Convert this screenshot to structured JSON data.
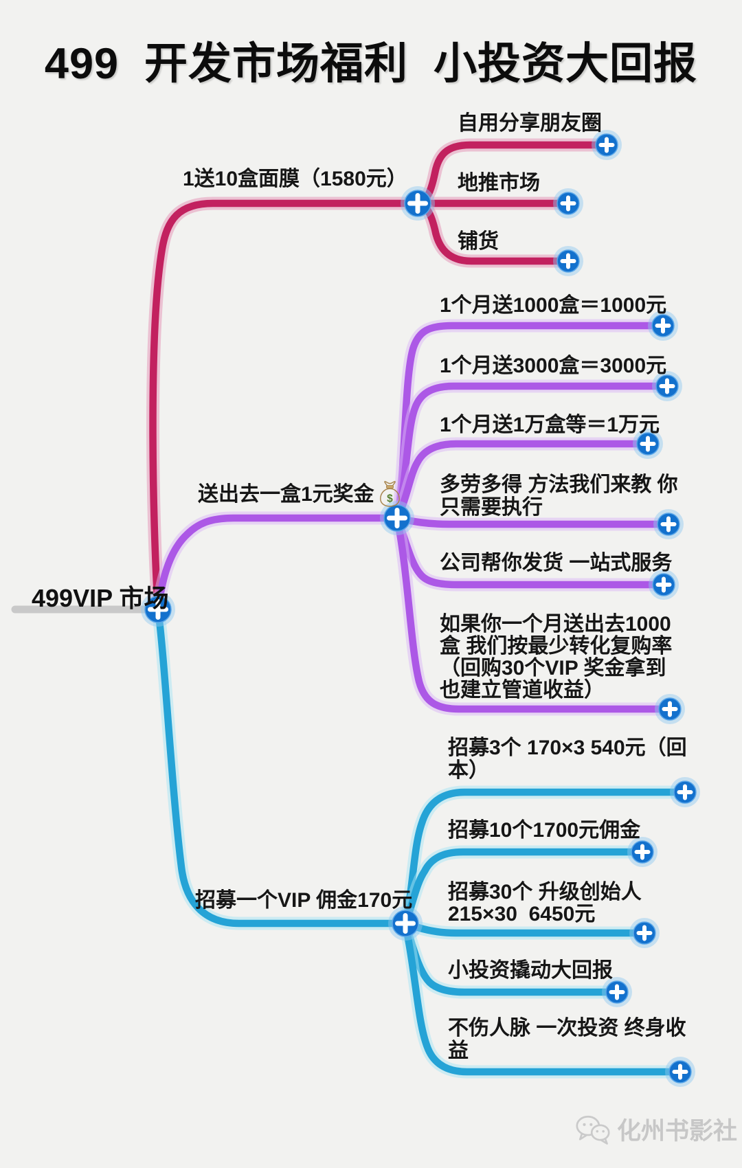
{
  "title": "499  开发市场福利  小投资大回报",
  "root": {
    "label": "499VIP 市场"
  },
  "ui": {
    "plus_button_color": "#1371cd",
    "plus_button_edge": "#5aa6e8",
    "root_bar_color": "#c9c9c9"
  },
  "branches": [
    {
      "label": "1送10盒面膜（1580元）",
      "color": "#c2215f",
      "halo": "#e390b4",
      "children": [
        {
          "label": "自用分享朋友圈"
        },
        {
          "label": "地推市场"
        },
        {
          "label": "铺货"
        }
      ]
    },
    {
      "label": "送出去一盒1元奖金",
      "icon": "money-bag-icon",
      "color": "#ac58e6",
      "halo": "#d9b6f6",
      "children": [
        {
          "label": "1个月送1000盒＝1000元"
        },
        {
          "label": "1个月送3000盒＝3000元"
        },
        {
          "label": "1个月送1万盒等＝1万元"
        },
        {
          "label": "多劳多得 方法我们来教 你\n只需要执行"
        },
        {
          "label": "公司帮你发货 一站式服务"
        },
        {
          "label": "如果你一个月送出去1000\n盒 我们按最少转化复购率\n（回购30个VIP 奖金拿到\n也建立管道收益）"
        }
      ]
    },
    {
      "label": "招募一个VIP 佣金170元",
      "color": "#25a3d6",
      "halo": "#a6e4f4",
      "children": [
        {
          "label": "招募3个 170×3 540元（回\n本）"
        },
        {
          "label": "招募10个1700元佣金"
        },
        {
          "label": "招募30个 升级创始人\n215×30  6450元"
        },
        {
          "label": "小投资撬动大回报"
        },
        {
          "label": "不伤人脉 一次投资 终身收\n益"
        }
      ]
    }
  ],
  "watermark": {
    "label": "化州书影社"
  }
}
